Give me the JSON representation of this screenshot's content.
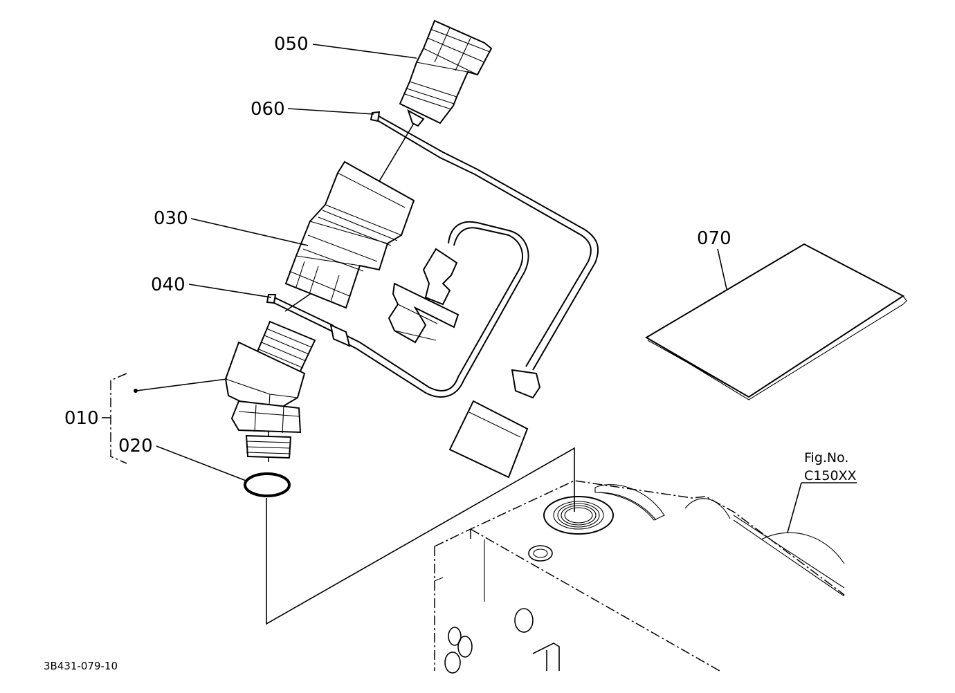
{
  "diagram": {
    "callouts": [
      {
        "id": "050",
        "label": "050"
      },
      {
        "id": "060",
        "label": "060"
      },
      {
        "id": "030",
        "label": "030"
      },
      {
        "id": "040",
        "label": "040"
      },
      {
        "id": "010",
        "label": "010"
      },
      {
        "id": "020",
        "label": "020"
      },
      {
        "id": "070",
        "label": "070"
      }
    ],
    "figure_ref": {
      "line1": "Fig.No.",
      "line2": "C150XX"
    },
    "drawing_number": "3B431-079-10"
  }
}
